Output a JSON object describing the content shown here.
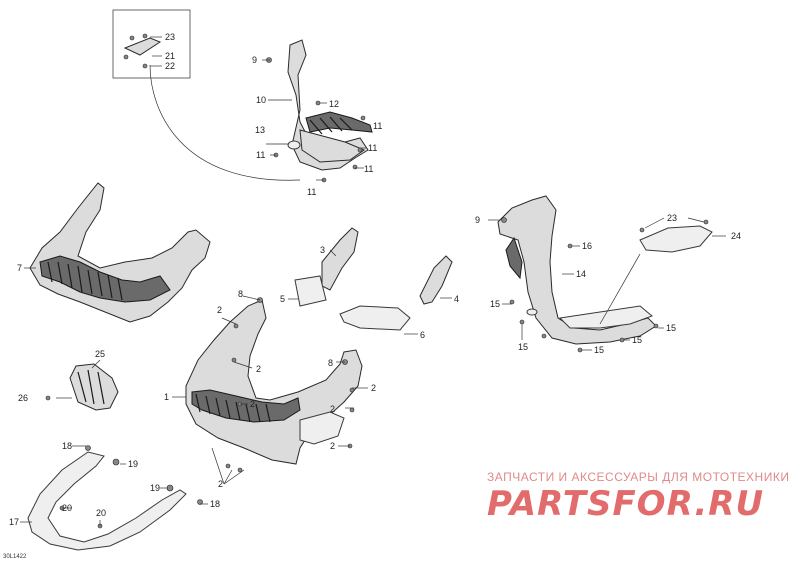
{
  "drawing_code": "30L1422",
  "watermark": {
    "line1": "ЗАПЧАСТИ И АКСЕССУАРЫ ДЛЯ МОТОТЕХНИКИ",
    "line2": "PARTSFOR.RU"
  },
  "callouts": {
    "c1": "1",
    "c2a": "2",
    "c2b": "2",
    "c2c": "2",
    "c2d": "2",
    "c2e": "2",
    "c2f": "2",
    "c2g": "2",
    "c3": "3",
    "c4": "4",
    "c5": "5",
    "c6": "6",
    "c7": "7",
    "c8a": "8",
    "c8b": "8",
    "c9a": "9",
    "c9b": "9",
    "c10": "10",
    "c11a": "11",
    "c11b": "11",
    "c11c": "11",
    "c11d": "11",
    "c12": "12",
    "c13": "13",
    "c14": "14",
    "c15a": "15",
    "c15b": "15",
    "c15c": "15",
    "c15d": "15",
    "c15e": "15",
    "c16": "16",
    "c17": "17",
    "c18a": "18",
    "c18b": "18",
    "c19a": "19",
    "c19b": "19",
    "c20a": "20",
    "c20b": "20",
    "c21": "21",
    "c22": "22",
    "c23a": "23",
    "c23b": "23",
    "c24": "24",
    "c25": "25",
    "c26": "26"
  }
}
